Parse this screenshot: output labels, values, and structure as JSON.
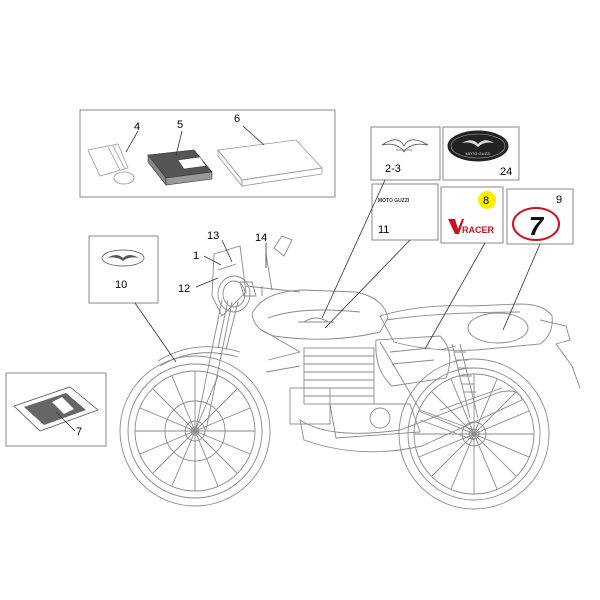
{
  "diagram": {
    "callouts": {
      "c1": "1",
      "c23": "2-3",
      "c4": "4",
      "c5": "5",
      "c6": "6",
      "c7": "7",
      "c8": "8",
      "c9": "9",
      "c10": "10",
      "c11": "11",
      "c12": "12",
      "c13": "13",
      "c14": "14",
      "c24": "24"
    },
    "decal_text": {
      "moto_guzzi_small": "MOTO GUZZI",
      "racer": "RACER",
      "race_number": "7",
      "oval_badge": "MOTO GUZZI"
    },
    "colors": {
      "highlight_dot": "#ffee00",
      "racer_red": "#cc1122",
      "number_oval_red": "#d0102a",
      "line_grey": "#8a8a8a"
    }
  }
}
